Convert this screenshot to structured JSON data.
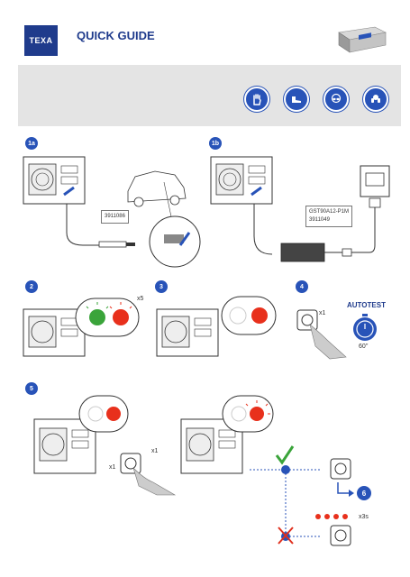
{
  "header": {
    "brand": "TEXA",
    "title": "QUICK GUIDE"
  },
  "ppe_icons": [
    "gloves-icon",
    "safety-shoes-icon",
    "goggles-icon",
    "ear-protection-icon"
  ],
  "steps": {
    "s1a": {
      "label": "1a",
      "cable_code": "3911086"
    },
    "s1b": {
      "label": "1b",
      "adapter_model": "GST90A12-P1M",
      "adapter_code": "3911049"
    },
    "s2": {
      "label": "2",
      "blink_count": "x5"
    },
    "s3": {
      "label": "3"
    },
    "s4": {
      "label": "4",
      "press_count": "x1",
      "autotest_label": "AUTOTEST",
      "autotest_time": "60''"
    },
    "s5": {
      "label": "5",
      "press_count": "x1",
      "vibrate_count": "x1",
      "fail_vibrate_count": "x3s",
      "next_step": "6"
    }
  },
  "colors": {
    "brand_blue": "#1f3b8c",
    "accent_blue": "#2853b8",
    "banner_gray": "#e4e4e4",
    "led_red": "#e8301c",
    "led_green": "#3aa43a",
    "check_green": "#3aa43a",
    "cross_red": "#e0301e"
  }
}
